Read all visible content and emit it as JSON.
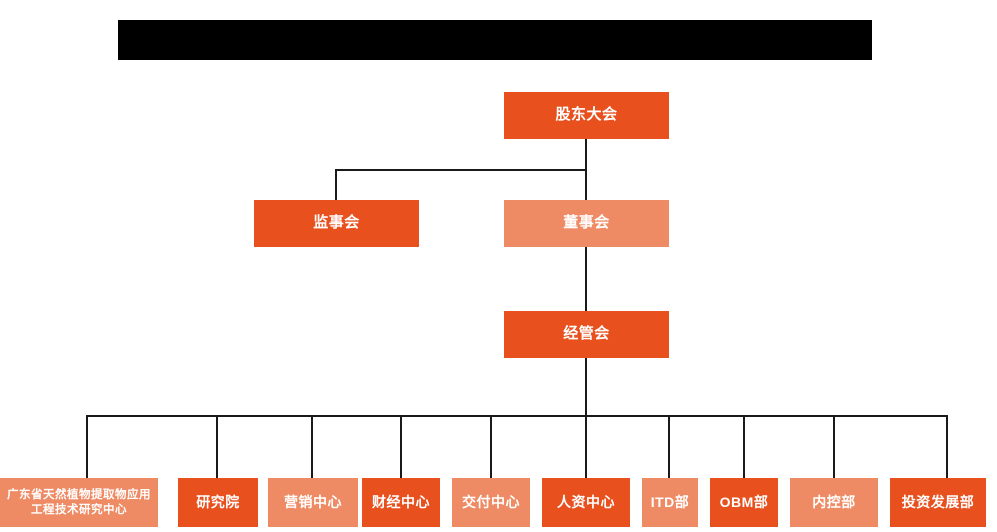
{
  "chart": {
    "title_bar": {
      "name": "redacted-title-bar",
      "text": "",
      "color": "#000000"
    },
    "colors": {
      "dark_orange": "#E8501E",
      "light_orange": "#EE8B64",
      "line": "#1a1a1a",
      "text": "#ffffff",
      "background": "#ffffff"
    },
    "levels": {
      "level1": [
        {
          "id": "shareholders",
          "label": "股东大会",
          "tone": "dark"
        }
      ],
      "level2": [
        {
          "id": "supervisors",
          "label": "监事会",
          "tone": "dark"
        },
        {
          "id": "directors",
          "label": "董事会",
          "tone": "light"
        }
      ],
      "level3": [
        {
          "id": "management",
          "label": "经管会",
          "tone": "dark"
        }
      ],
      "level4": [
        {
          "id": "research-center-gd",
          "label": "广东省天然植物提取物应用工程技术研究中心",
          "tone": "light"
        },
        {
          "id": "research-institute",
          "label": "研究院",
          "tone": "dark"
        },
        {
          "id": "marketing-center",
          "label": "营销中心",
          "tone": "light"
        },
        {
          "id": "finance-center",
          "label": "财经中心",
          "tone": "dark"
        },
        {
          "id": "delivery-center",
          "label": "交付中心",
          "tone": "light"
        },
        {
          "id": "hr-center",
          "label": "人资中心",
          "tone": "dark"
        },
        {
          "id": "itd-department",
          "label": "ITD部",
          "tone": "light"
        },
        {
          "id": "obm-department",
          "label": "OBM部",
          "tone": "dark"
        },
        {
          "id": "internal-control-department",
          "label": "内控部",
          "tone": "light"
        },
        {
          "id": "investment-development-department",
          "label": "投资发展部",
          "tone": "dark"
        }
      ]
    }
  }
}
